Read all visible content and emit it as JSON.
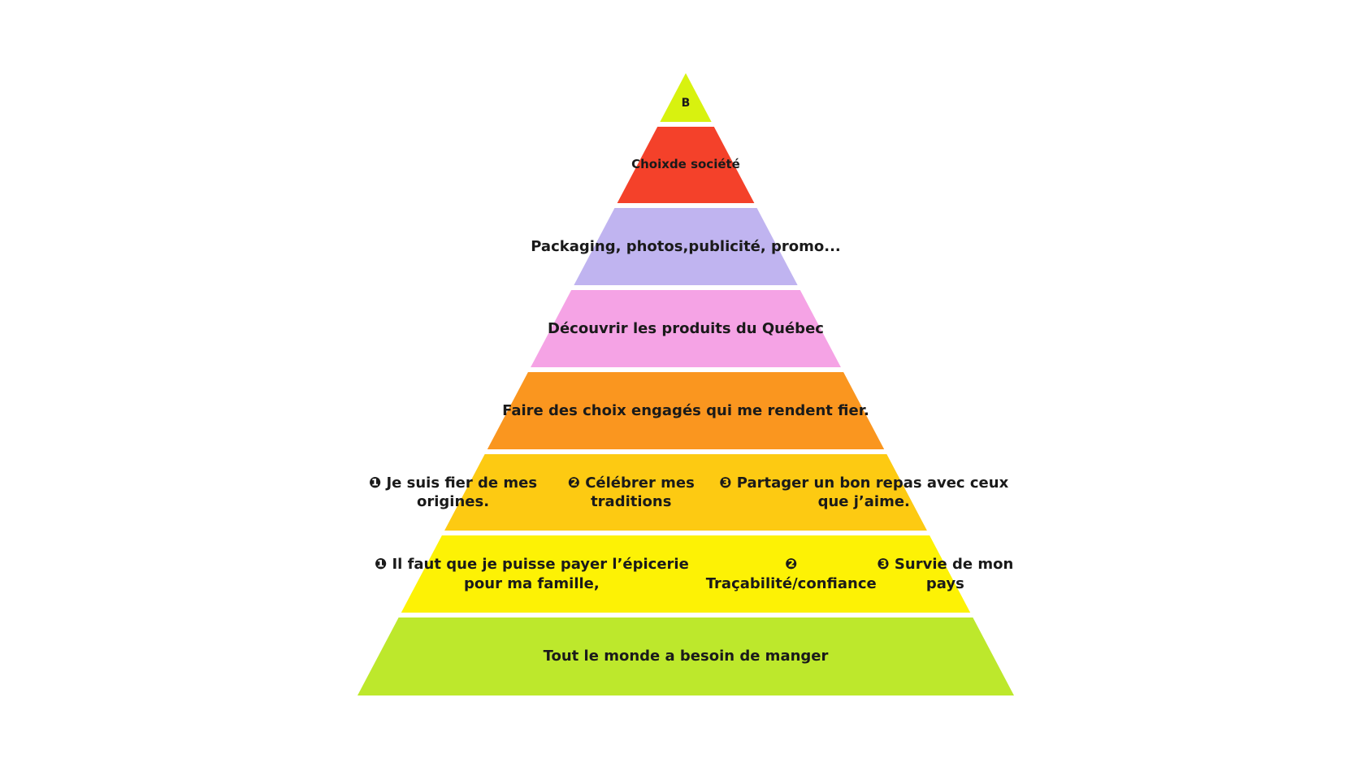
{
  "pyramid": {
    "levels": [
      {
        "color": "#d8f20f",
        "lines": [
          "B"
        ]
      },
      {
        "color": "#f4412a",
        "lines": [
          "Choix",
          "de société"
        ]
      },
      {
        "color": "#c0b4f0",
        "lines": [
          "Packaging, photos,",
          "publicité, promo..."
        ]
      },
      {
        "color": "#f5a3e5",
        "lines": [
          "Découvrir les produits du Québec"
        ]
      },
      {
        "color": "#fa961f",
        "lines": [
          "Faire des choix engagés qui me rendent fier."
        ]
      },
      {
        "color": "#fdca12",
        "lines": [
          "❶  Je suis fier de mes origines.",
          "❷ Célébrer mes traditions",
          "❸ Partager un bon repas avec ceux que j’aime."
        ]
      },
      {
        "color": "#fdf205",
        "lines": [
          "❶  Il faut que je puisse payer l’épicerie pour ma famille,",
          "❷ Traçabilité/confiance",
          "❸ Survie de mon pays"
        ]
      },
      {
        "color": "#bde82c",
        "lines": [
          "Tout le monde a besoin de manger"
        ]
      }
    ]
  }
}
